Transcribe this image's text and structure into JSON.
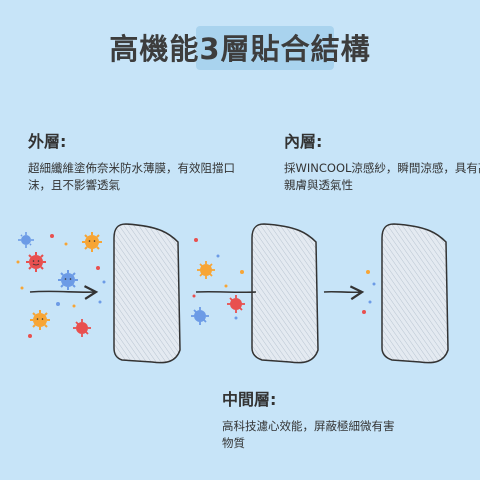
{
  "title": "高機能3層貼合結構",
  "colors": {
    "background": "#c7e4f8",
    "title_highlight": "#a9d3ee",
    "germ_orange": "#f7a535",
    "germ_red": "#e8504f",
    "germ_blue": "#6c9be6",
    "panel_fill": "#dfe6ee",
    "arrow": "#333333"
  },
  "layers": {
    "outer": {
      "heading": "外層:",
      "description": "超細纖維塗佈奈米防水薄膜，有效阻擋口沫，且不影響透氣"
    },
    "inner": {
      "heading": "內層:",
      "description": "採WINCOOL涼感紗，瞬間涼感，具有高親膚與透氣性"
    },
    "middle": {
      "heading": "中間層:",
      "description": "高科技濾心效能，屏蔽極細微有害物質"
    }
  },
  "icons": [
    "germ-icon",
    "arrow-right-icon",
    "fabric-panel"
  ]
}
